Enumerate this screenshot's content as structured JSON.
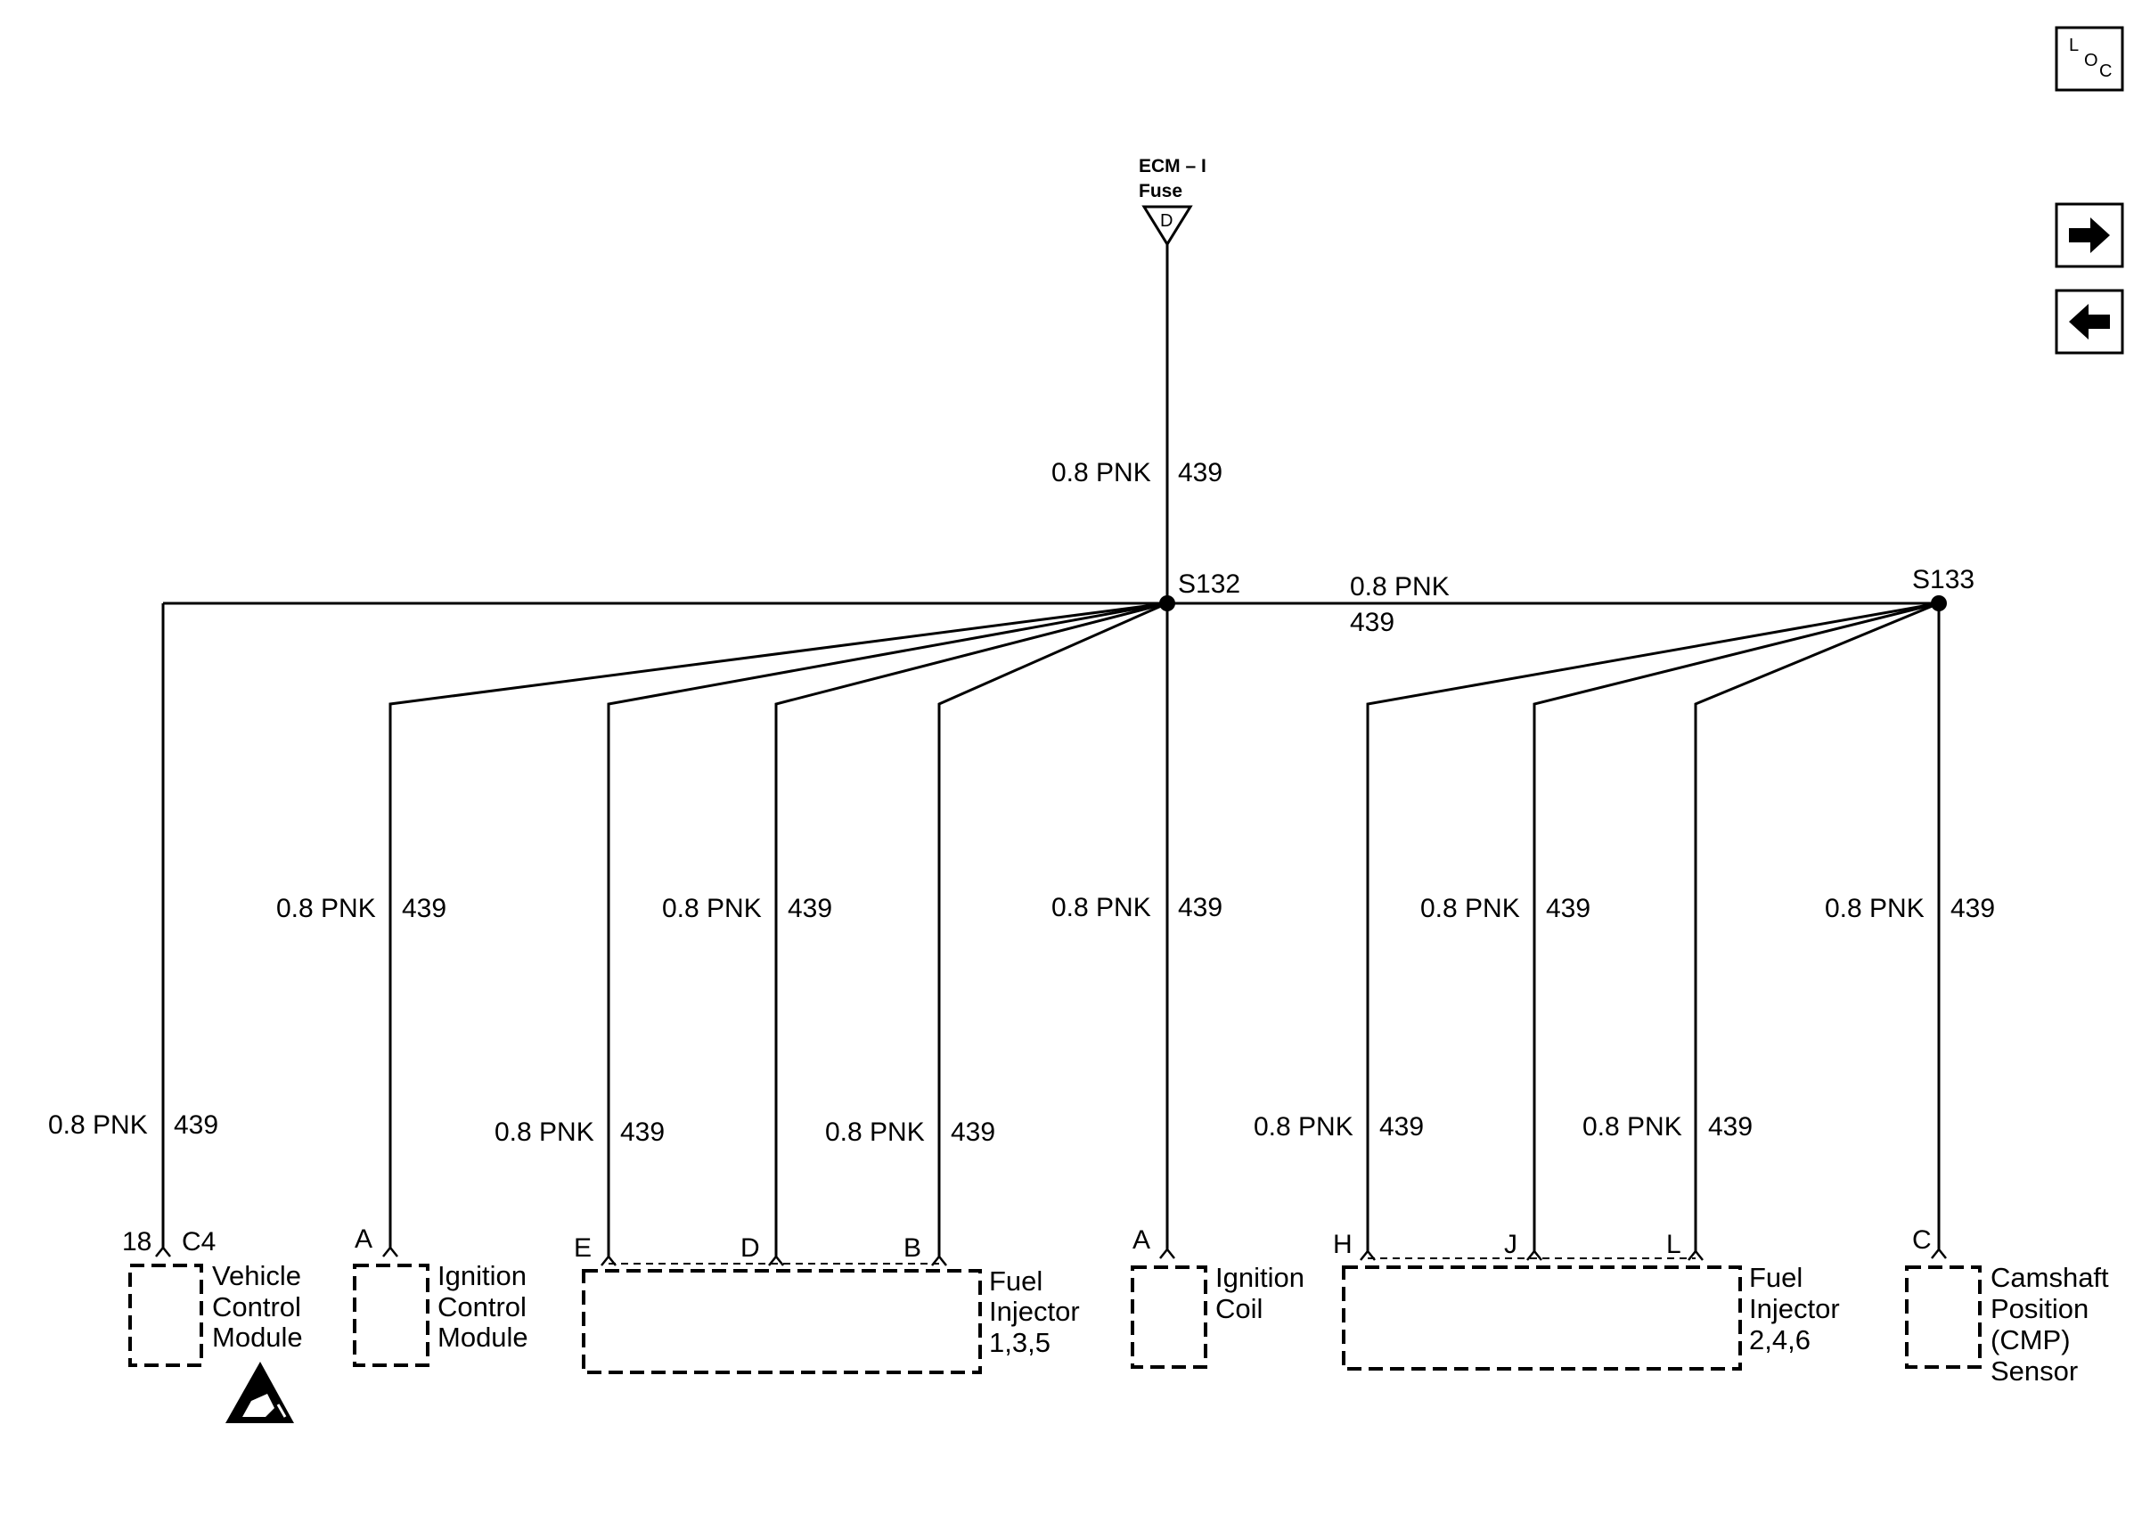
{
  "source": {
    "name_line1": "ECM – I",
    "name_line2": "Fuse",
    "terminal": "D"
  },
  "wire": {
    "gauge_color": "0.8 PNK",
    "circuit": "439"
  },
  "splices": {
    "s132": "S132",
    "s133": "S133"
  },
  "components": {
    "vcm": {
      "pin": "18",
      "connector": "C4",
      "line1": "Vehicle",
      "line2": "Control",
      "line3": "Module"
    },
    "icm": {
      "pin": "A",
      "line1": "Ignition",
      "line2": "Control",
      "line3": "Module"
    },
    "inj135": {
      "pins": [
        "E",
        "D",
        "B"
      ],
      "line1": "Fuel",
      "line2": "Injector",
      "line3": "1,3,5"
    },
    "coil": {
      "pin": "A",
      "line1": "Ignition",
      "line2": "Coil"
    },
    "inj246": {
      "pins": [
        "H",
        "J",
        "L"
      ],
      "line1": "Fuel",
      "line2": "Injector",
      "line3": "2,4,6"
    },
    "cmp": {
      "pin": "C",
      "line1": "Camshaft",
      "line2": "Position",
      "line3": "(CMP)",
      "line4": "Sensor"
    }
  },
  "nav": {
    "loc_l": "L",
    "loc_o": "O",
    "loc_c": "C",
    "next_icon": "arrow-right-icon",
    "prev_icon": "arrow-left-icon"
  }
}
